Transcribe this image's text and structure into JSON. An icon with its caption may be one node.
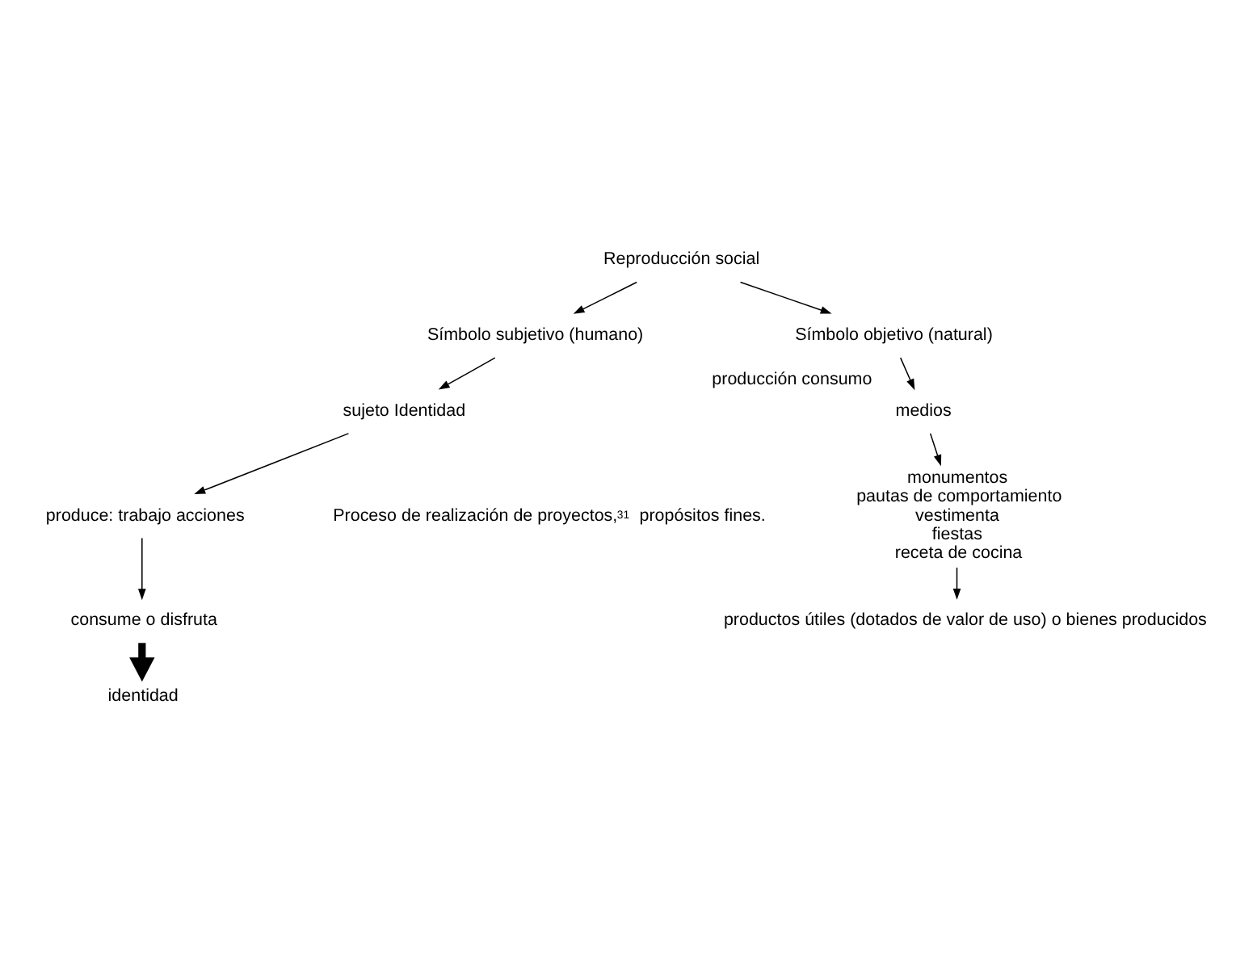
{
  "diagram": {
    "nodes": [
      {
        "text": [
          "Reproducción social"
        ]
      },
      {
        "text": [
          "Símbolo subjetivo (humano)"
        ]
      },
      {
        "text": [
          "Símbolo objetivo (natural)"
        ]
      },
      {
        "text": [
          "sujeto Identidad"
        ]
      },
      {
        "text": [
          "produce: trabajo acciones"
        ]
      },
      {
        "text": [
          "consume o disfruta"
        ]
      },
      {
        "text": [
          "identidad"
        ]
      },
      {
        "text": [
          "medios"
        ],
        "beside": [
          "producción consumo"
        ]
      },
      {
        "text": [
          "monumentos",
          "pautas de comportamiento",
          "vestimenta",
          "fiestas",
          "receta de cocina"
        ]
      },
      {
        "text": [
          "productos útiles (dotados de valor de uso) o bienes producidos"
        ]
      }
    ],
    "edges": [
      {
        "from": 0,
        "to": 1,
        "arrow": "to"
      },
      {
        "from": 0,
        "to": 2,
        "arrow": "to"
      },
      {
        "from": 1,
        "to": 3,
        "arrow": "to"
      },
      {
        "from": 3,
        "to": 4,
        "arrow": "to"
      },
      {
        "from": 4,
        "to": 5,
        "arrow": "to"
      },
      {
        "from": 5,
        "to": 6,
        "arrow": "to",
        "style": "thick"
      },
      {
        "from": 2,
        "to": 7,
        "arrow": "to"
      },
      {
        "from": 7,
        "to": 8,
        "arrow": "to"
      },
      {
        "from": 8,
        "to": 9,
        "arrow": "to"
      }
    ],
    "labels": [
      "Proceso de realización de proyectos,$^{31}$ propósitos fines."
    ]
  }
}
